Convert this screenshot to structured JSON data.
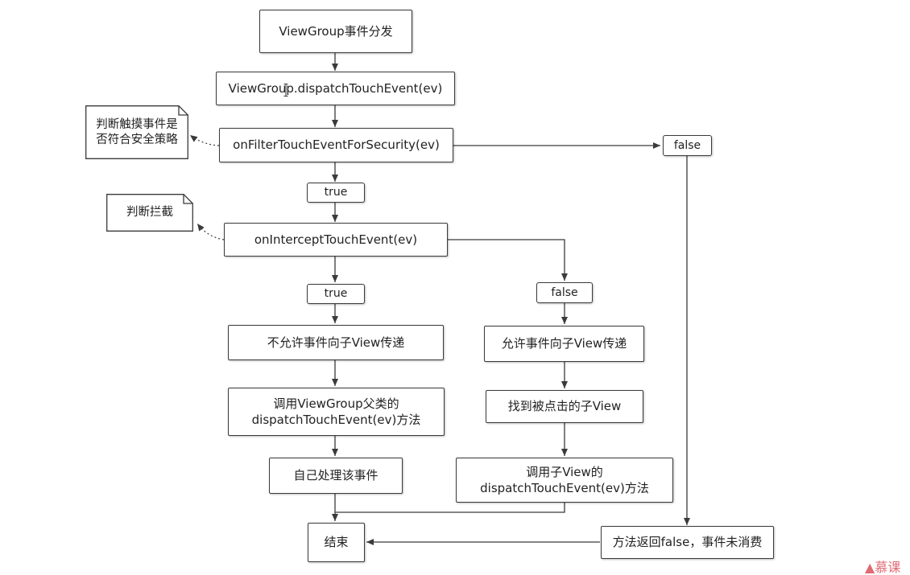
{
  "nodes": {
    "vg_dispatch": "ViewGroup事件分发",
    "dispatch_touch": "ViewGroup.dispatchTouchEvent(ev)",
    "filter_security": "onFilterTouchEventForSecurity(ev)",
    "false_security": "false",
    "true_security": "true",
    "intercept": "onInterceptTouchEvent(ev)",
    "true_intercept": "true",
    "false_intercept": "false",
    "not_allow": "不允许事件向子View传递",
    "allow": "允许事件向子View传递",
    "call_super": "调用ViewGroup父类的\ndispatchTouchEvent(ev)方法",
    "find_child": "找到被点击的子View",
    "handle_self": "自己处理该事件",
    "call_child": "调用子View的\ndispatchTouchEvent(ev)方法",
    "end": "结束",
    "return_false": "方法返回false，事件未消费"
  },
  "notes": {
    "security": "判断触摸事件是\n否符合安全策略",
    "intercept": "判断拦截"
  },
  "logo_text": "慕课",
  "colors": {
    "stroke": "#3a3a3a",
    "logo": "#e06b74"
  }
}
